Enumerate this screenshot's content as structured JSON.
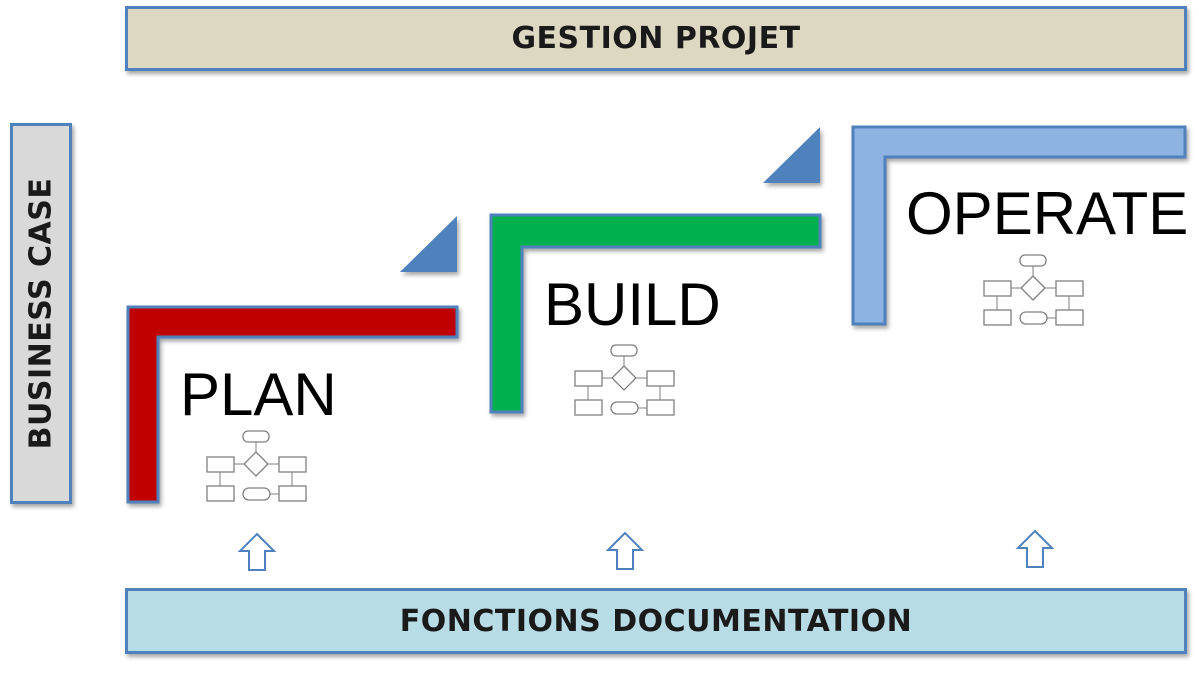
{
  "header": {
    "label": "GESTION PROJET"
  },
  "footer": {
    "label": "FONCTIONS DOCUMENTATION"
  },
  "sidebar": {
    "label": "BUSINESS CASE"
  },
  "phases": [
    {
      "label": "PLAN",
      "color": "#c00000"
    },
    {
      "label": "BUILD",
      "color": "#00b050"
    },
    {
      "label": "OPERATE",
      "color": "#8db3e2"
    }
  ],
  "colors": {
    "border": "#4f81bd",
    "step_triangle": "#4f81bd",
    "arrow_outline": "#4f81bd",
    "flowchart_stroke": "#7f7f7f"
  },
  "icons": [
    "flowchart-icon",
    "up-arrow-icon",
    "step-triangle-icon"
  ]
}
